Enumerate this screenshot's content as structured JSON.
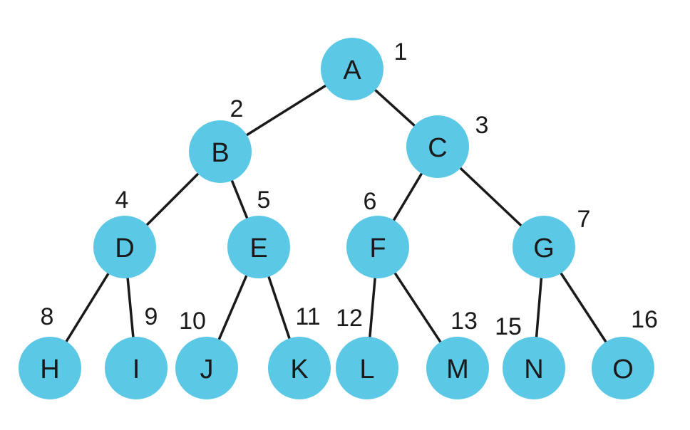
{
  "tree": {
    "nodes": [
      {
        "id": "A",
        "label": "A",
        "index": "1"
      },
      {
        "id": "B",
        "label": "B",
        "index": "2"
      },
      {
        "id": "C",
        "label": "C",
        "index": "3"
      },
      {
        "id": "D",
        "label": "D",
        "index": "4"
      },
      {
        "id": "E",
        "label": "E",
        "index": "5"
      },
      {
        "id": "F",
        "label": "F",
        "index": "6"
      },
      {
        "id": "G",
        "label": "G",
        "index": "7"
      },
      {
        "id": "H",
        "label": "H",
        "index": "8"
      },
      {
        "id": "I",
        "label": "I",
        "index": "9"
      },
      {
        "id": "J",
        "label": "J",
        "index": "10"
      },
      {
        "id": "K",
        "label": "K",
        "index": "11"
      },
      {
        "id": "L",
        "label": "L",
        "index": "12"
      },
      {
        "id": "M",
        "label": "M",
        "index": "13"
      },
      {
        "id": "N",
        "label": "N",
        "index": "15"
      },
      {
        "id": "O",
        "label": "O",
        "index": "16"
      }
    ],
    "edges": [
      [
        "A",
        "B"
      ],
      [
        "A",
        "C"
      ],
      [
        "B",
        "D"
      ],
      [
        "B",
        "E"
      ],
      [
        "C",
        "F"
      ],
      [
        "C",
        "G"
      ],
      [
        "D",
        "H"
      ],
      [
        "D",
        "I"
      ],
      [
        "E",
        "J"
      ],
      [
        "E",
        "K"
      ],
      [
        "F",
        "L"
      ],
      [
        "F",
        "M"
      ],
      [
        "G",
        "N"
      ],
      [
        "G",
        "O"
      ]
    ],
    "colors": {
      "node_fill": "#5bc8e6",
      "edge": "#1a1a1a",
      "text": "#1a1a1a"
    }
  }
}
